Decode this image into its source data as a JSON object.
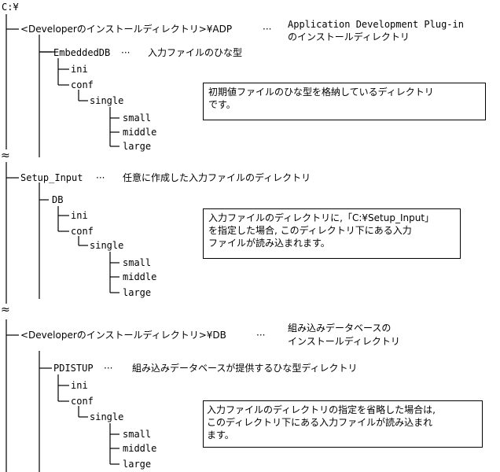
{
  "root": "C:¥",
  "section1": {
    "dir": "<Developerのインストールディレクトリ>¥ADP",
    "dots": "···",
    "note_line1": "Application Development Plug-in",
    "note_line2": "のインストールディレクトリ",
    "sub": "EmbeddedDB",
    "sub_dots": "···",
    "sub_note": "入力ファイルのひな型",
    "items": [
      "ini",
      "conf",
      "single",
      "small",
      "middle",
      "large"
    ],
    "callout": [
      "初期値ファイルのひな型を格納しているディレクトリ",
      "です。"
    ]
  },
  "section2": {
    "dir": "Setup_Input",
    "dots": "···",
    "note": "任意に作成した入力ファイルのディレクトリ",
    "sub": "DB",
    "items": [
      "ini",
      "conf",
      "single",
      "small",
      "middle",
      "large"
    ],
    "callout": [
      "入力ファイルのディレクトリに,「C:¥Setup_Input」",
      "を指定した場合, このディレクトリ下にある入力",
      "ファイルが読み込まれます。"
    ]
  },
  "section3": {
    "dir": "<Developerのインストールディレクトリ>¥DB",
    "dots": "···",
    "note_line1": "組み込みデータベースの",
    "note_line2": "インストールディレクトリ",
    "sub": "PDISTUP",
    "sub_dots": "···",
    "sub_note": "組み込みデータベースが提供するひな型ディレクトリ",
    "items": [
      "ini",
      "conf",
      "single",
      "small",
      "middle",
      "large"
    ],
    "callout": [
      "入力ファイルのディレクトリの指定を省略した場合は,",
      "このディレクトリ下にある入力ファイルが読み込まれ",
      "ます。"
    ]
  },
  "break_mark": "≈"
}
